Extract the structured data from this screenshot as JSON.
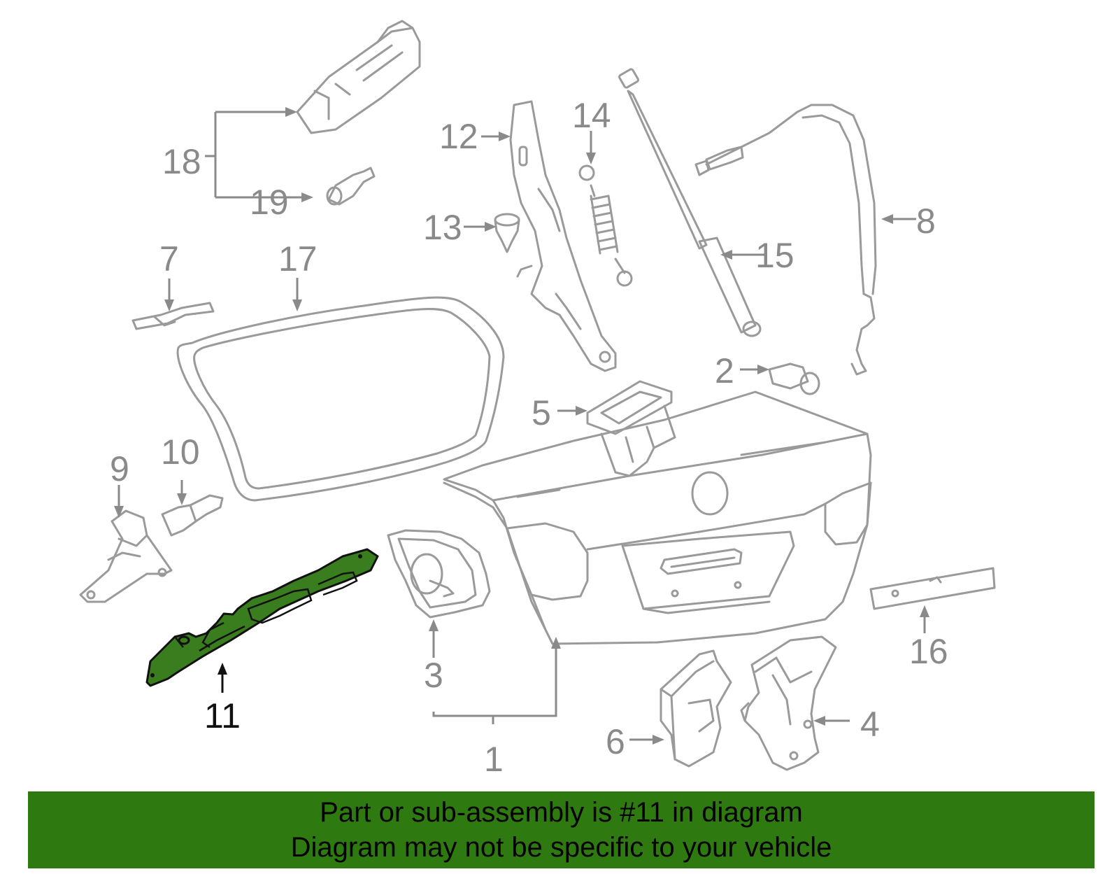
{
  "diagram": {
    "highlight_color": "#3a7d1e",
    "part_color": "#9a9a9a",
    "callouts": {
      "p1": "1",
      "p2": "2",
      "p3": "3",
      "p4": "4",
      "p5": "5",
      "p6": "6",
      "p7": "7",
      "p8": "8",
      "p9": "9",
      "p10": "10",
      "p11": "11",
      "p12": "12",
      "p13": "13",
      "p14": "14",
      "p15": "15",
      "p16": "16",
      "p17": "17",
      "p18": "18",
      "p19": "19"
    }
  },
  "banner": {
    "background": "#2f7a10",
    "line1": "Part or sub-assembly is #11 in diagram",
    "line2": "Diagram may not be specific to your vehicle"
  }
}
